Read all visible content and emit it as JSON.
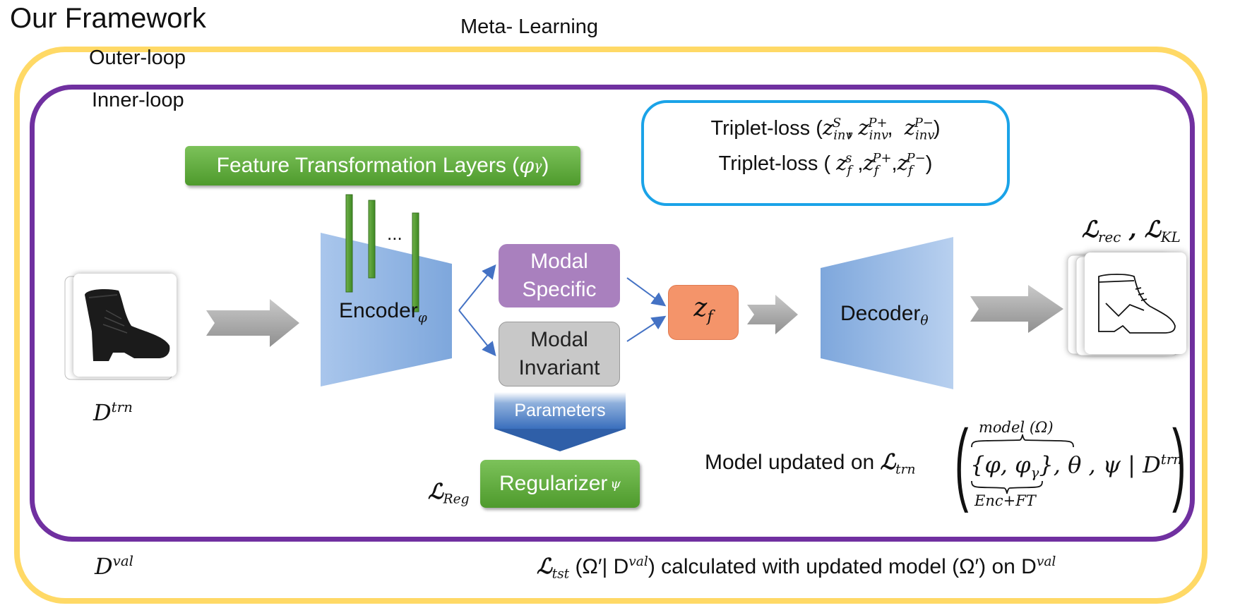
{
  "title": "Our Framework",
  "meta_learning_label": "Meta- Learning",
  "outer_loop_label": "Outer-loop",
  "inner_loop_label": "Inner-loop",
  "feature_transformation": {
    "label": "Feature Transformation Layers (",
    "symbol": "φ",
    "sub": "γ",
    "close": ")"
  },
  "encoder": {
    "label": "Encoder",
    "sub": "φ",
    "dots": "..."
  },
  "modal_specific": {
    "line1": "Modal",
    "line2": "Specific"
  },
  "modal_invariant": {
    "line1": "Modal",
    "line2": "Invariant"
  },
  "zf": {
    "main": "z",
    "sub": "f"
  },
  "decoder": {
    "label": "Decoder",
    "sub": "θ"
  },
  "parameters_label": "Parameters",
  "regularizer": {
    "label": "Regularizer ",
    "sub": "ψ"
  },
  "l_reg": {
    "main": "ℒ",
    "sub": "Reg"
  },
  "triplet": {
    "line1_prefix": "Triplet-loss (",
    "line2_prefix": "Triplet-loss ( ",
    "close": ")"
  },
  "losses_top": {
    "rec": "rec",
    "kl": "KL"
  },
  "d_trn": {
    "main": "D",
    "sup": "trn"
  },
  "d_val": {
    "main": "D",
    "sup": "val"
  },
  "model_updated": {
    "prefix": "Model updated on ",
    "loss_sub": "trn",
    "over_brace": "model (Ω)",
    "under_brace": "Enc+FT",
    "set": "{φ, φ",
    "set_sub": "γ",
    "rest": "}, θ , ψ | D",
    "rest_sup": "trn"
  },
  "bottom_line": {
    "loss_sub": "tst",
    "part1": " (Ω′| D",
    "sup1": "val",
    "part2": ") calculated with updated model (Ω′) on D",
    "sup2": "val"
  },
  "colors": {
    "outer_box": "#FFD966",
    "inner_box": "#7030A0",
    "triplet_box": "#1AA3E8",
    "green": "#5BAA3A",
    "modal_specific": "#A980BE",
    "modal_invariant": "#C8C8C8",
    "zf": "#F4946A",
    "encoder_decoder": "#8FB4E3",
    "arrow_gray": "#A6A6A6",
    "arrow_blue": "#4472C4"
  },
  "icons": [
    "boot-photo",
    "boot-sketch"
  ]
}
